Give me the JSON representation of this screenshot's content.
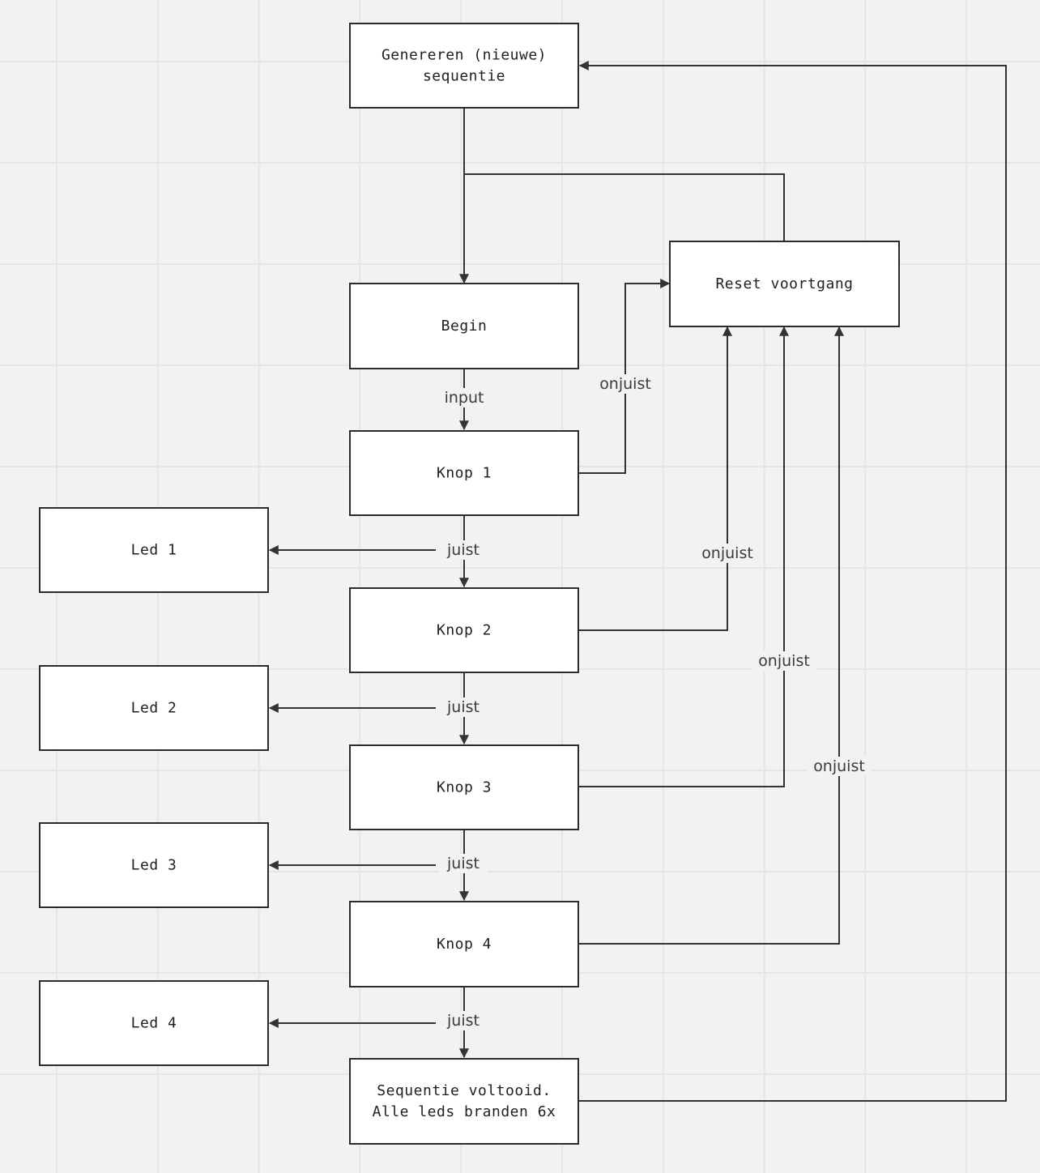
{
  "diagram": {
    "nodes": [
      {
        "id": "generate",
        "lines": [
          "Genereren (nieuwe)",
          "sequentie"
        ]
      },
      {
        "id": "reset",
        "lines": [
          "Reset voortgang"
        ]
      },
      {
        "id": "begin",
        "lines": [
          "Begin"
        ]
      },
      {
        "id": "knop1",
        "lines": [
          "Knop 1"
        ]
      },
      {
        "id": "knop2",
        "lines": [
          "Knop 2"
        ]
      },
      {
        "id": "knop3",
        "lines": [
          "Knop 3"
        ]
      },
      {
        "id": "knop4",
        "lines": [
          "Knop 4"
        ]
      },
      {
        "id": "done",
        "lines": [
          "Sequentie voltooid.",
          "Alle leds branden 6x"
        ]
      },
      {
        "id": "led1",
        "lines": [
          "Led 1"
        ]
      },
      {
        "id": "led2",
        "lines": [
          "Led 2"
        ]
      },
      {
        "id": "led3",
        "lines": [
          "Led 3"
        ]
      },
      {
        "id": "led4",
        "lines": [
          "Led 4"
        ]
      }
    ],
    "edges": [
      {
        "from": "generate",
        "to": "begin",
        "label": ""
      },
      {
        "from": "reset",
        "to": "begin",
        "label": ""
      },
      {
        "from": "begin",
        "to": "knop1",
        "label": "input"
      },
      {
        "from": "knop1",
        "to": "reset",
        "label": "onjuist"
      },
      {
        "from": "knop1",
        "to": "knop2",
        "label": "juist"
      },
      {
        "from": "knop1",
        "to": "led1",
        "label": "juist"
      },
      {
        "from": "knop2",
        "to": "reset",
        "label": "onjuist"
      },
      {
        "from": "knop2",
        "to": "knop3",
        "label": "juist"
      },
      {
        "from": "knop2",
        "to": "led2",
        "label": "juist"
      },
      {
        "from": "knop3",
        "to": "reset",
        "label": "onjuist"
      },
      {
        "from": "knop3",
        "to": "knop4",
        "label": "juist"
      },
      {
        "from": "knop3",
        "to": "led3",
        "label": "juist"
      },
      {
        "from": "knop4",
        "to": "reset",
        "label": "onjuist"
      },
      {
        "from": "knop4",
        "to": "done",
        "label": "juist"
      },
      {
        "from": "knop4",
        "to": "led4",
        "label": "juist"
      },
      {
        "from": "done",
        "to": "generate",
        "label": ""
      }
    ]
  }
}
